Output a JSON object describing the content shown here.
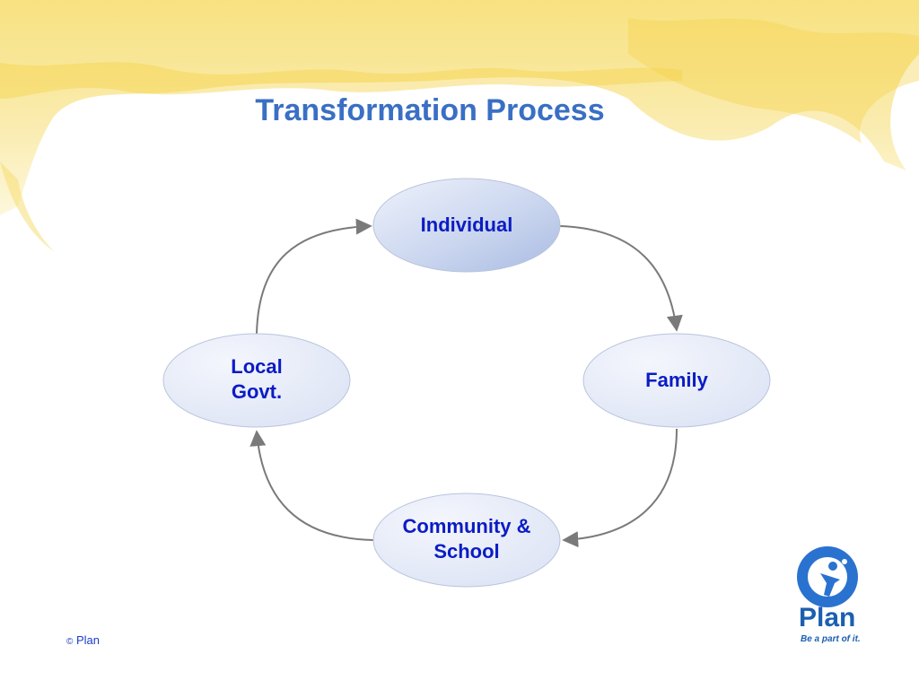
{
  "slide": {
    "title": "Transformation Process",
    "copyright_symbol": "©",
    "copyright_text": "Plan"
  },
  "nodes": [
    {
      "id": "individual",
      "lines": [
        "Individual"
      ]
    },
    {
      "id": "family",
      "lines": [
        "Family"
      ]
    },
    {
      "id": "community",
      "lines": [
        "Community &",
        "School"
      ]
    },
    {
      "id": "local-govt",
      "lines": [
        "Local",
        "Govt."
      ]
    }
  ],
  "edges": [
    {
      "from": "individual",
      "to": "family"
    },
    {
      "from": "family",
      "to": "community"
    },
    {
      "from": "community",
      "to": "local-govt"
    },
    {
      "from": "local-govt",
      "to": "individual"
    }
  ],
  "logo": {
    "word": "Plan",
    "tagline": "Be a part of it."
  },
  "colors": {
    "title": "#3a6fc4",
    "node_text": "#0b1cc4",
    "node_fill": "#e6ecf8",
    "arrow": "#7a7a7a",
    "brand": "#1b5fb0",
    "paint": "#f8e48a"
  }
}
